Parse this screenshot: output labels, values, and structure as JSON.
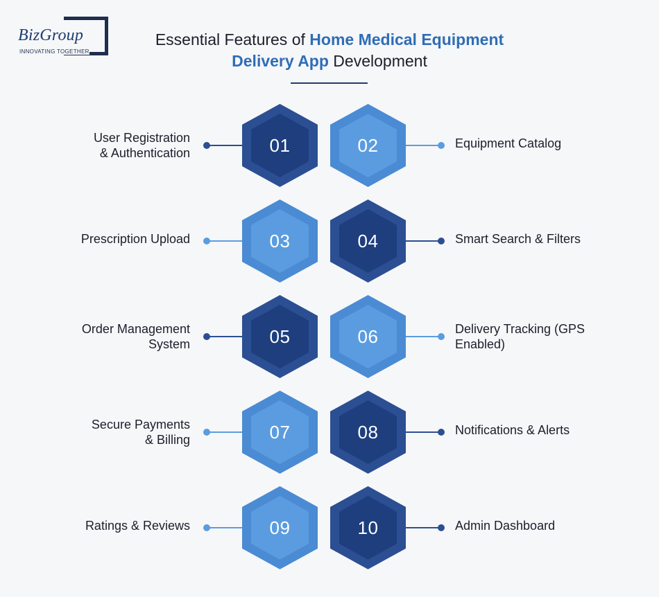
{
  "logo": {
    "wordmark": "BizGroup",
    "tagline": "INNOVATING TOGETHER"
  },
  "title": {
    "part1": "Essential Features of ",
    "highlight1": "Home Medical Equipment",
    "highlight2": "Delivery App",
    "part2": " Development"
  },
  "colors": {
    "dark": "#1e3e7e",
    "light": "#5b9ce0",
    "accent_text": "#2f6db5"
  },
  "features": [
    {
      "number": "01",
      "label": "User Registration\n& Authentication",
      "tone": "dark"
    },
    {
      "number": "02",
      "label": "Equipment Catalog",
      "tone": "light"
    },
    {
      "number": "03",
      "label": "Prescription Upload",
      "tone": "light"
    },
    {
      "number": "04",
      "label": "Smart Search & Filters",
      "tone": "dark"
    },
    {
      "number": "05",
      "label": "Order Management\nSystem",
      "tone": "dark"
    },
    {
      "number": "06",
      "label": "Delivery Tracking (GPS\nEnabled)",
      "tone": "light"
    },
    {
      "number": "07",
      "label": "Secure Payments\n& Billing",
      "tone": "light"
    },
    {
      "number": "08",
      "label": "Notifications & Alerts",
      "tone": "dark"
    },
    {
      "number": "09",
      "label": "Ratings & Reviews",
      "tone": "light"
    },
    {
      "number": "10",
      "label": "Admin Dashboard",
      "tone": "dark"
    }
  ]
}
